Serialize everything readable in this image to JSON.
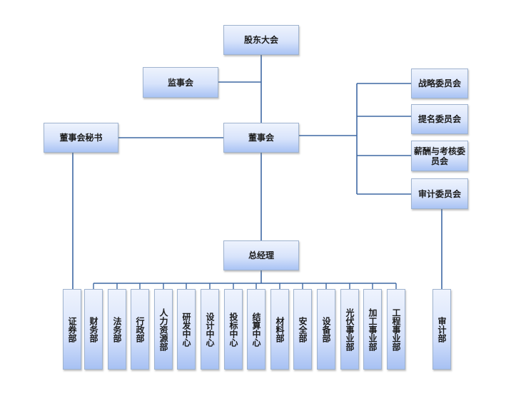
{
  "chart": {
    "title": "",
    "line_color": "#3e68a3",
    "box_fill_top": "#eef3fd",
    "box_fill_bottom": "#a9c3f4"
  },
  "nodes": {
    "shareholders_meeting": "股东大会",
    "supervisory_board": "监事会",
    "board_of_directors": "董事会",
    "board_secretary": "董事会秘书",
    "committees": [
      "战略委员会",
      "提名委员会",
      "薪酬与考核委员会",
      "审计委员会"
    ],
    "general_manager": "总经理",
    "securities_dept": "证券部",
    "departments": [
      "财务部",
      "法务部",
      "行政部",
      "人力资源部",
      "研发中心",
      "设计中心",
      "投标中心",
      "结算中心",
      "材料部",
      "安全部",
      "设备部",
      "光伏事业部",
      "加工事业部",
      "工程事业部"
    ],
    "audit_dept": "审计部"
  }
}
